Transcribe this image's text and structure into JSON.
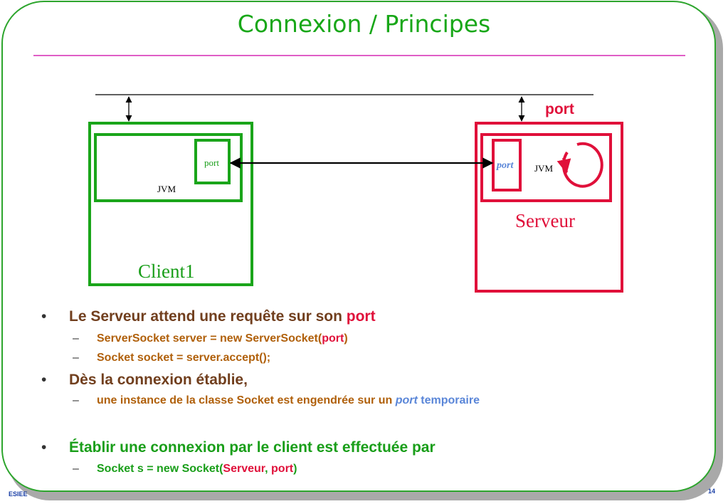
{
  "slide": {
    "title": "Connexion / Principes",
    "footer_left": "ESIEE",
    "page_number": "14"
  },
  "diagram": {
    "client_label": "Client1",
    "client_jvm_label": "JVM",
    "client_port_label": "port",
    "server_label": "Serveur",
    "server_jvm_label": "JVM",
    "server_port_label": "port",
    "network_port_label": "port"
  },
  "bullets": [
    {
      "text": "Le Serveur attend une requête sur son ",
      "highlight": "port",
      "subitems": [
        {
          "pre": "ServerSocket server = new ServerSocket(",
          "highlight": "port",
          "post": ")"
        },
        {
          "pre": "Socket socket = server.accept();"
        }
      ]
    },
    {
      "text": "Dès la connexion établie,",
      "subitems": [
        {
          "pre": "une instance de la classe Socket est engendrée sur un ",
          "highlight": "port",
          "post": " temporaire"
        }
      ]
    },
    {
      "text": "Établir une connexion par le client est effectuée par",
      "subitems": [
        {
          "pre": "Socket s = new Socket(",
          "highlight1": "Serveur",
          "sep": ", ",
          "highlight2": "port",
          "post": ")"
        }
      ]
    }
  ],
  "markers": {
    "level1": "•",
    "level2": "–"
  },
  "colors": {
    "green": "#199e19",
    "red": "#e0103a",
    "brown": "#713f1e",
    "olive": "#b0600b",
    "blue": "#5a86d8",
    "title_rule": "#e05ec6"
  }
}
